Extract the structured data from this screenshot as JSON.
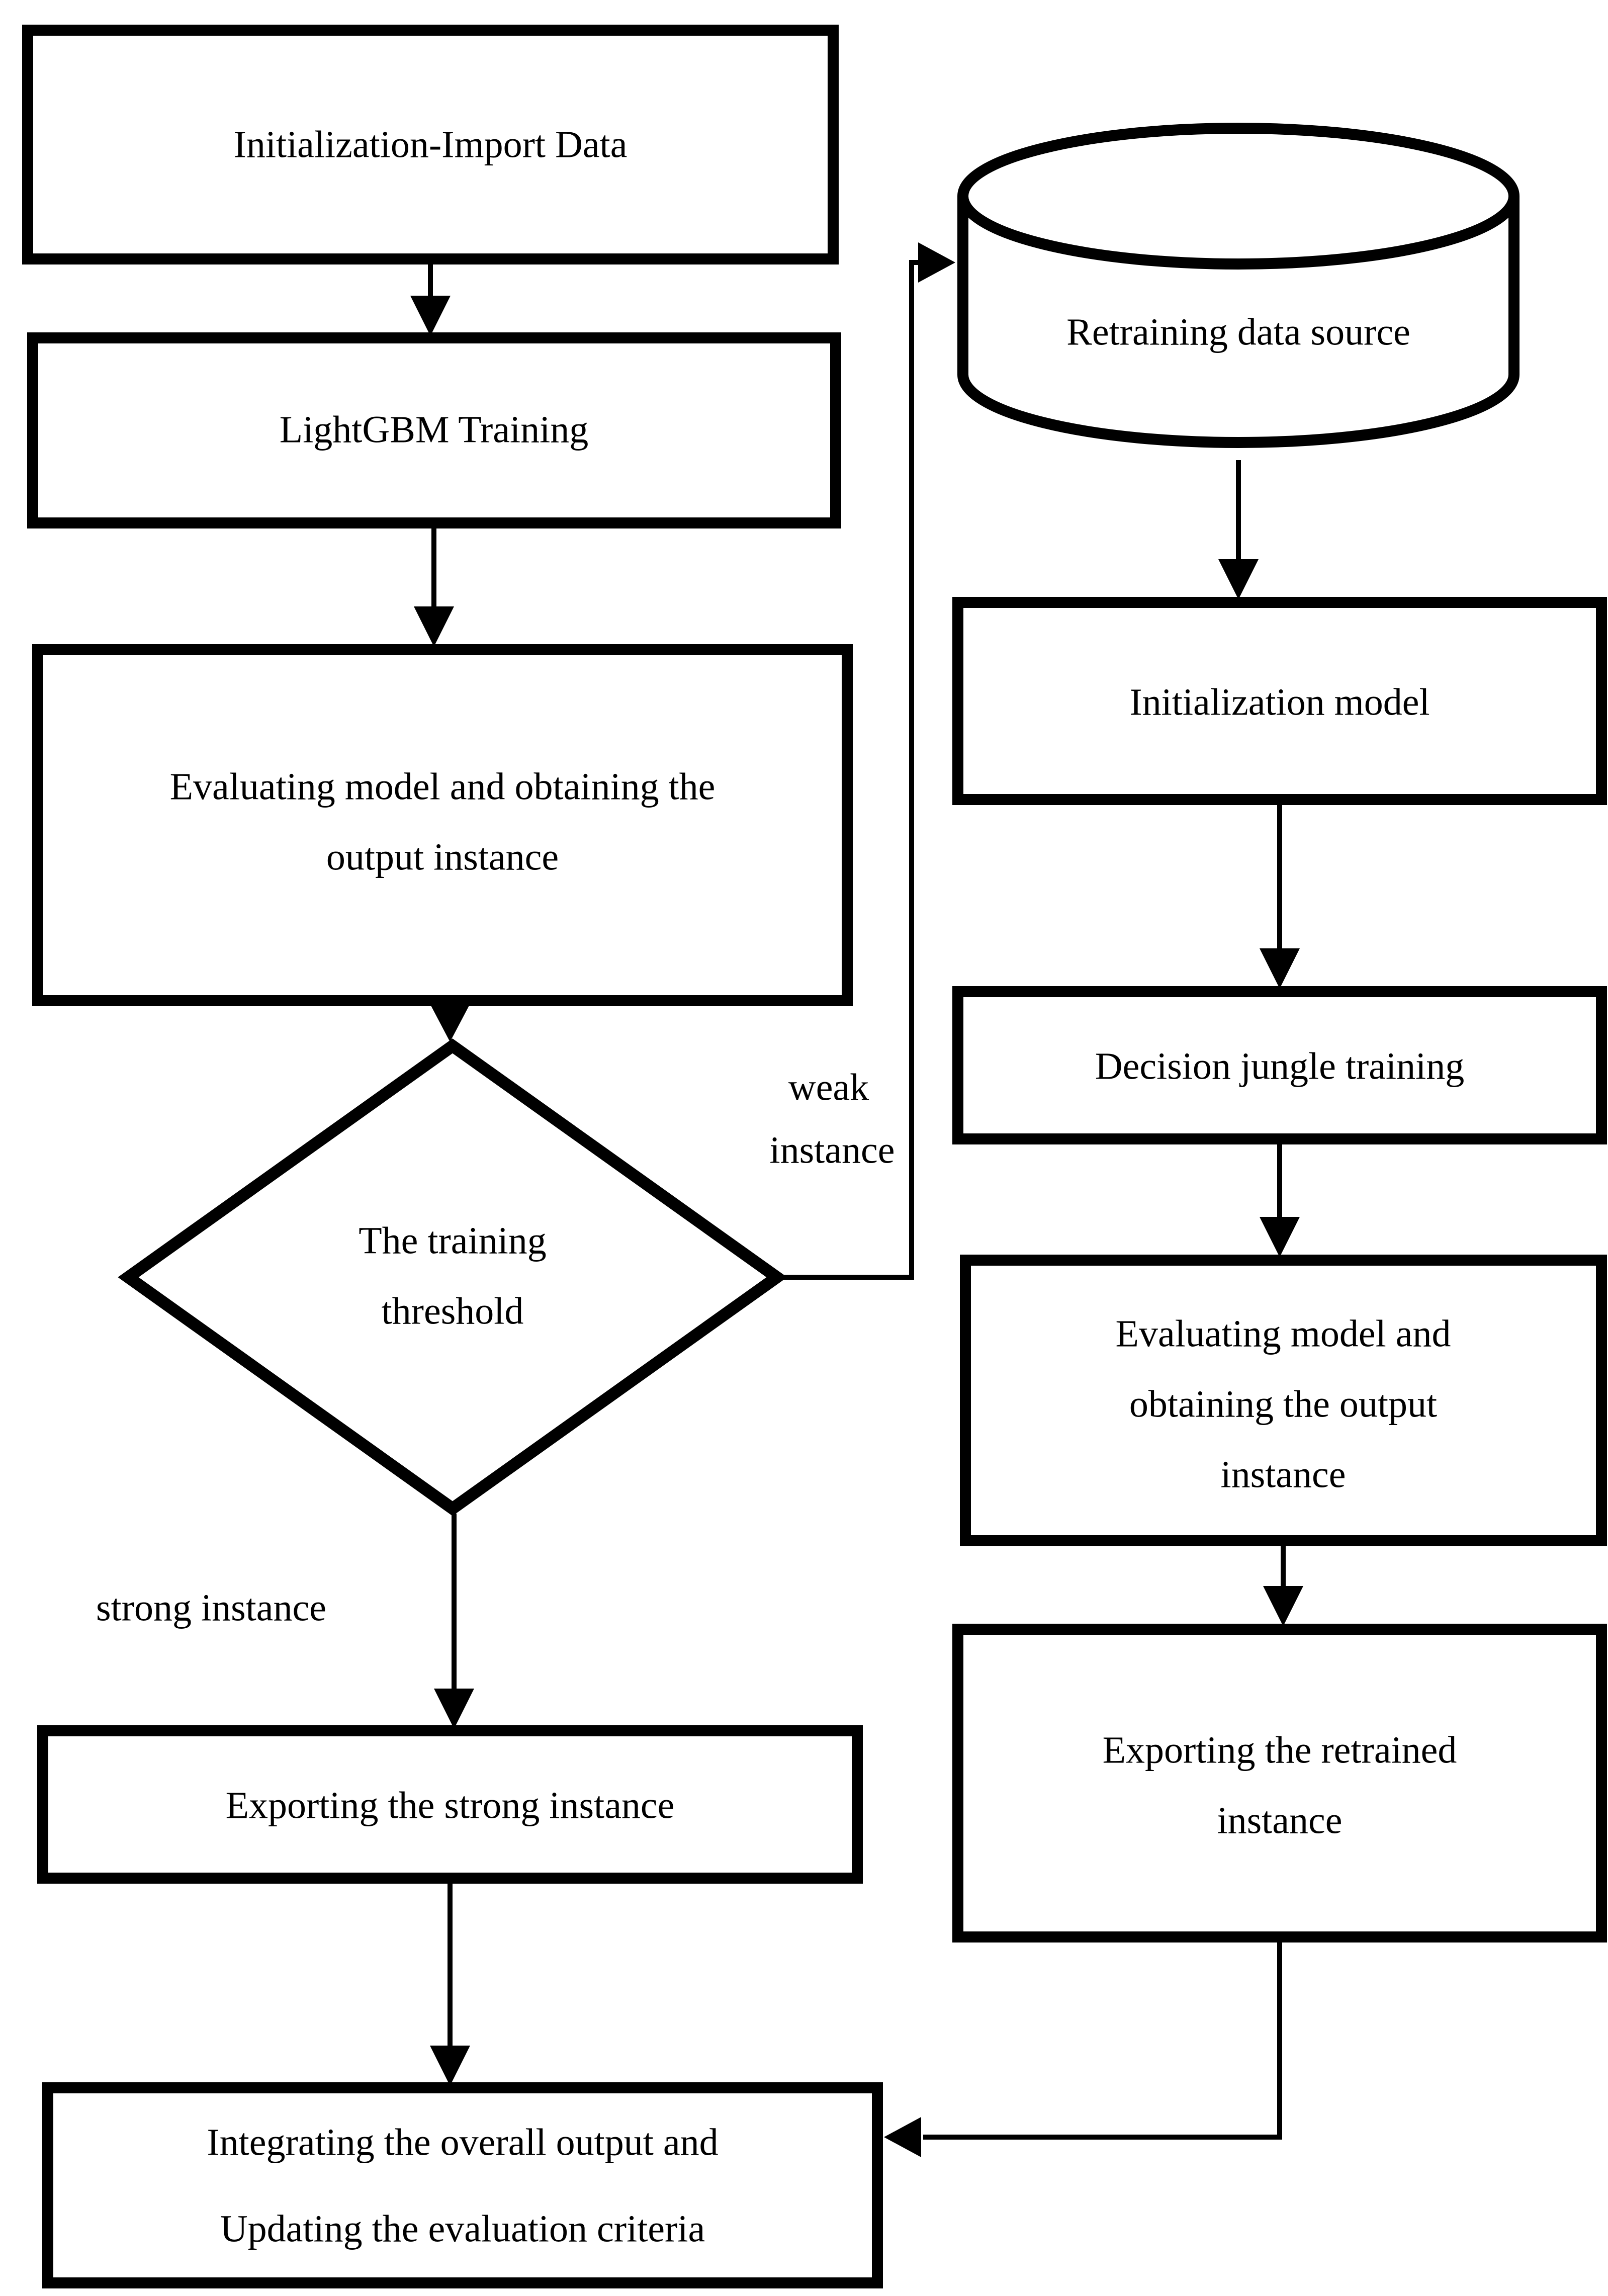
{
  "flowchart": {
    "background_color": "#ffffff",
    "stroke_color": "#000000",
    "node_fill_color": "#ffffff",
    "nodes": {
      "init_import": {
        "shape": "rect",
        "lines": [
          "Initialization-Import Data"
        ]
      },
      "lightgbm_training": {
        "shape": "rect",
        "lines": [
          "LightGBM Training"
        ]
      },
      "evaluating_model": {
        "shape": "rect",
        "lines": [
          "Evaluating model and obtaining the",
          "output instance"
        ]
      },
      "training_threshold": {
        "shape": "diamond",
        "lines": [
          "The training",
          "threshold"
        ]
      },
      "exporting_strong": {
        "shape": "rect",
        "lines": [
          "Exporting the strong instance"
        ]
      },
      "integrating": {
        "shape": "rect",
        "lines": [
          "Integrating the overall output and",
          "Updating the evaluation criteria"
        ]
      },
      "retraining_source": {
        "shape": "cylinder",
        "lines": [
          "Retraining data source"
        ]
      },
      "init_model": {
        "shape": "rect",
        "lines": [
          "Initialization model"
        ]
      },
      "decision_jungle": {
        "shape": "rect",
        "lines": [
          "Decision jungle training"
        ]
      },
      "evaluating_retrained": {
        "shape": "rect",
        "lines": [
          "Evaluating model and",
          "obtaining the output",
          "instance"
        ]
      },
      "exporting_retrained": {
        "shape": "rect",
        "lines": [
          "Exporting the retrained",
          "instance"
        ]
      }
    },
    "edge_labels": {
      "weak": {
        "lines": [
          "weak",
          "instance"
        ]
      },
      "strong": {
        "lines": [
          "strong instance"
        ]
      }
    },
    "edges": [
      {
        "from": "init_import",
        "to": "lightgbm_training",
        "label": ""
      },
      {
        "from": "lightgbm_training",
        "to": "evaluating_model",
        "label": ""
      },
      {
        "from": "evaluating_model",
        "to": "training_threshold",
        "label": ""
      },
      {
        "from": "training_threshold",
        "to": "exporting_strong",
        "label": "strong instance"
      },
      {
        "from": "training_threshold",
        "to": "retraining_source",
        "label": "weak instance"
      },
      {
        "from": "exporting_strong",
        "to": "integrating",
        "label": ""
      },
      {
        "from": "retraining_source",
        "to": "init_model",
        "label": ""
      },
      {
        "from": "init_model",
        "to": "decision_jungle",
        "label": ""
      },
      {
        "from": "decision_jungle",
        "to": "evaluating_retrained",
        "label": ""
      },
      {
        "from": "evaluating_retrained",
        "to": "exporting_retrained",
        "label": ""
      },
      {
        "from": "exporting_retrained",
        "to": "integrating",
        "label": ""
      }
    ]
  }
}
